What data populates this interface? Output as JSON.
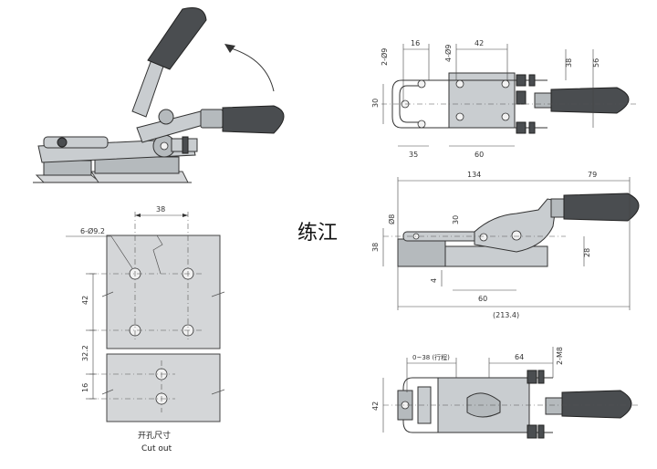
{
  "watermark": "练江",
  "cutout": {
    "title_cn": "开孔尺寸",
    "title_en": "Cut out",
    "hole_spec": "6-Ø9.2",
    "dim_top": "38",
    "dim_left_1": "42",
    "dim_left_2": "32.2",
    "dim_left_3": "16"
  },
  "top_view": {
    "holes_left": "2-Ø9",
    "holes_mid": "4-Ø9",
    "dim_16": "16",
    "dim_42": "42",
    "dim_38": "38",
    "dim_56": "56",
    "dim_30": "30",
    "dim_35": "35",
    "dim_60": "60"
  },
  "side_view": {
    "dim_134": "134",
    "dim_79": "79",
    "dim_d8": "Ø8",
    "dim_30": "30",
    "dim_38": "38",
    "dim_28": "28",
    "dim_4": "4",
    "dim_60": "60",
    "dim_total": "(213.4)"
  },
  "bottom_view": {
    "dim_stroke": "0~38 (行程)",
    "dim_64": "64",
    "dim_m8": "2-M8",
    "dim_42": "42"
  }
}
